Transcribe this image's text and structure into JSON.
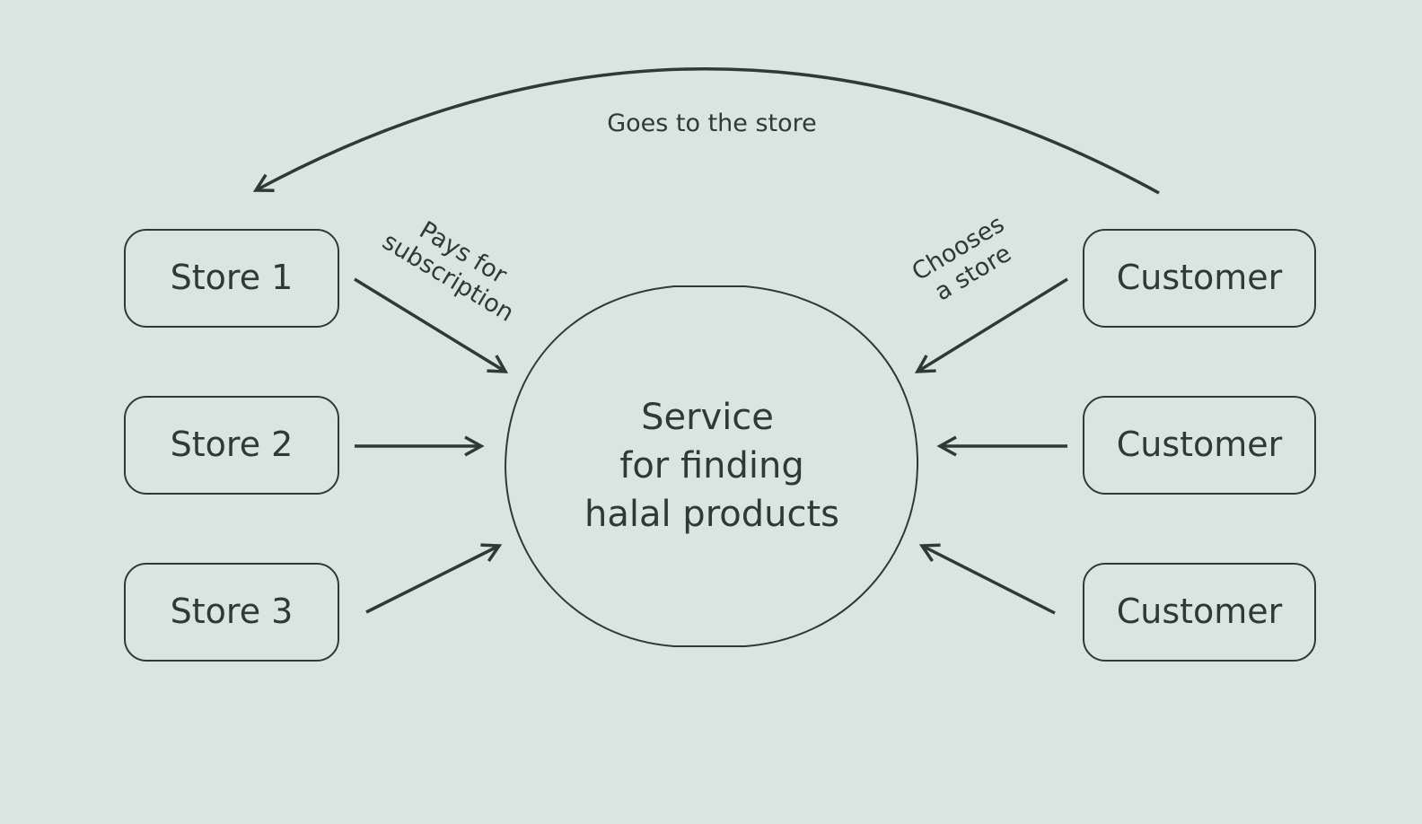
{
  "colors": {
    "background": "#dae5e1",
    "ink": "#2e3a33"
  },
  "center": {
    "line1": "Service",
    "line2": "for finding",
    "line3": "halal products"
  },
  "stores": [
    {
      "label": "Store 1"
    },
    {
      "label": "Store 2"
    },
    {
      "label": "Store 3"
    }
  ],
  "customers": [
    {
      "label": "Customer"
    },
    {
      "label": "Customer"
    },
    {
      "label": "Customer"
    }
  ],
  "edge_labels": {
    "store_pays_line1": "Pays for",
    "store_pays_line2": "subscription",
    "customer_chooses_line1": "Chooses",
    "customer_chooses_line2": "a store",
    "goes_to_store": "Goes to the store"
  }
}
